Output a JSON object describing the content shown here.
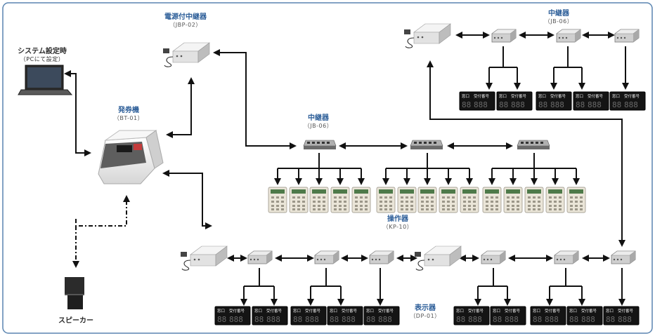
{
  "colors": {
    "frame": "#5a84b0",
    "line": "#111111",
    "label_blue": "#2e5f99"
  },
  "labels": {
    "jbp_name": "電源付中継器",
    "jbp_model": "（JBP-02）",
    "laptop_name": "システム設定時",
    "laptop_model": "（PCにて設定）",
    "bt_name": "発券機",
    "bt_model": "（BT-01）",
    "jb_mid_name": "中継器",
    "jb_mid_model": "（JB-06）",
    "jb_top_name": "中継器",
    "jb_top_model": "（JB-06）",
    "kp_name": "操作器",
    "kp_model": "（KP-10）",
    "dp_name": "表示器",
    "dp_model": "（DP-01）",
    "speaker_name": "スピーカー"
  },
  "display_unit": {
    "left_label": "窓口",
    "right_label": "受付番号",
    "left_digits": "88",
    "right_digits": "888"
  },
  "icons": [
    "laptop-icon",
    "ticket-machine-icon",
    "speaker-icon",
    "power-relay-icon",
    "relay-box-icon",
    "hub-icon",
    "keypad-icon",
    "display-panel-icon"
  ]
}
